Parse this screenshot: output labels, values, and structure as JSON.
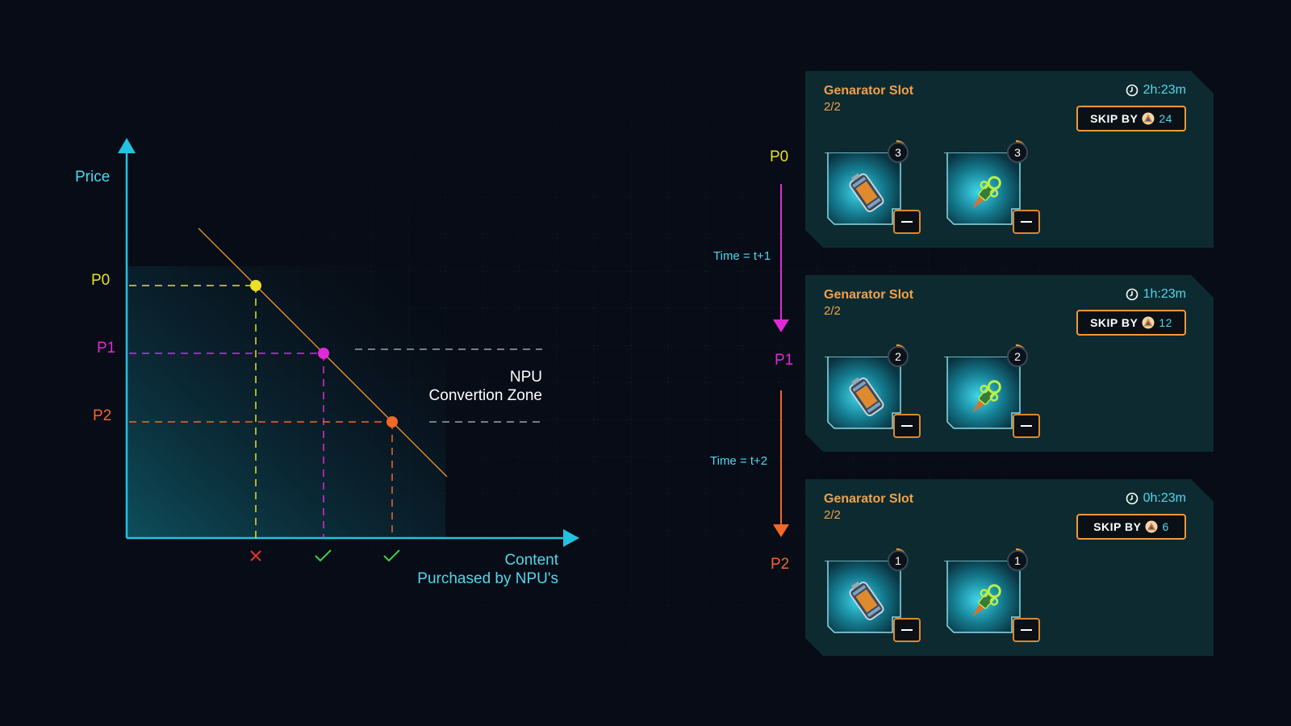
{
  "chart": {
    "y_axis_label": "Price",
    "x_axis_label_line1": "Content",
    "x_axis_label_line2": "Purchased by NPU's",
    "zone_label_line1": "NPU",
    "zone_label_line2": "Convertion Zone",
    "price_levels": [
      {
        "label": "P0",
        "color": "#e8e02a"
      },
      {
        "label": "P1",
        "color": "#e02ad8"
      },
      {
        "label": "P2",
        "color": "#f0682a"
      }
    ],
    "axis_color": "#22c3e0",
    "demand_line_color": "#d98a30",
    "marks": [
      {
        "symbol": "✕",
        "color": "#e83030",
        "meaning": "cross"
      },
      {
        "symbol": "✓",
        "color": "#3ad24a",
        "meaning": "check"
      },
      {
        "symbol": "✓",
        "color": "#3ad24a",
        "meaning": "check"
      }
    ]
  },
  "timeline": {
    "steps": [
      {
        "label": "P0",
        "color": "#e8e02a"
      },
      {
        "label": "P1",
        "color": "#e02ad8"
      },
      {
        "label": "P2",
        "color": "#f0682a"
      }
    ],
    "transitions": [
      "Time = t+1",
      "Time = t+2"
    ]
  },
  "panels": [
    {
      "title": "Genarator Slot",
      "count": "2/2",
      "timer": "2h:23m",
      "skip_label": "SKIP BY",
      "skip_cost": "24",
      "items": [
        {
          "icon": "battery-cell-icon",
          "qty": "3"
        },
        {
          "icon": "green-drill-icon",
          "qty": "3"
        }
      ]
    },
    {
      "title": "Genarator Slot",
      "count": "2/2",
      "timer": "1h:23m",
      "skip_label": "SKIP BY",
      "skip_cost": "12",
      "items": [
        {
          "icon": "battery-cell-icon",
          "qty": "2"
        },
        {
          "icon": "green-drill-icon",
          "qty": "2"
        }
      ]
    },
    {
      "title": "Genarator Slot",
      "count": "2/2",
      "timer": "0h:23m",
      "skip_label": "SKIP BY",
      "skip_cost": "6",
      "items": [
        {
          "icon": "battery-cell-icon",
          "qty": "1"
        },
        {
          "icon": "green-drill-icon",
          "qty": "1"
        }
      ]
    }
  ],
  "colors": {
    "panel_bg": "#0d2a30",
    "accent_orange": "#f29a3a",
    "accent_cyan": "#4fd8ee"
  }
}
